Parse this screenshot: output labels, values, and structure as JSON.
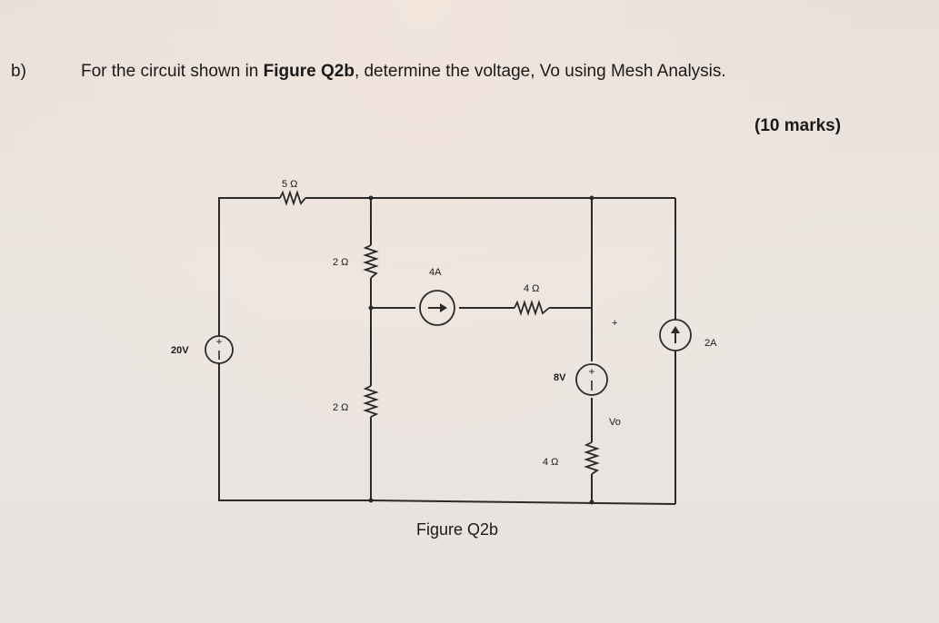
{
  "question": {
    "label": "b)",
    "text_before": "For the circuit shown in ",
    "figure_ref": "Figure Q2b",
    "text_after": ", determine the voltage, Vo using Mesh Analysis.",
    "marks": "(10 marks)"
  },
  "circuit": {
    "v_source_left": "20V",
    "r_top": "5 Ω",
    "r_mid_upper": "2 Ω",
    "r_mid_lower": "2 Ω",
    "i_source_mid": "4A",
    "r_horizontal": "4 Ω",
    "v_source_right": "8V",
    "r_right_lower": "4 Ω",
    "vo_plus": "+",
    "vo_label": "Vo",
    "i_source_right": "2A"
  },
  "caption": "Figure Q2b"
}
